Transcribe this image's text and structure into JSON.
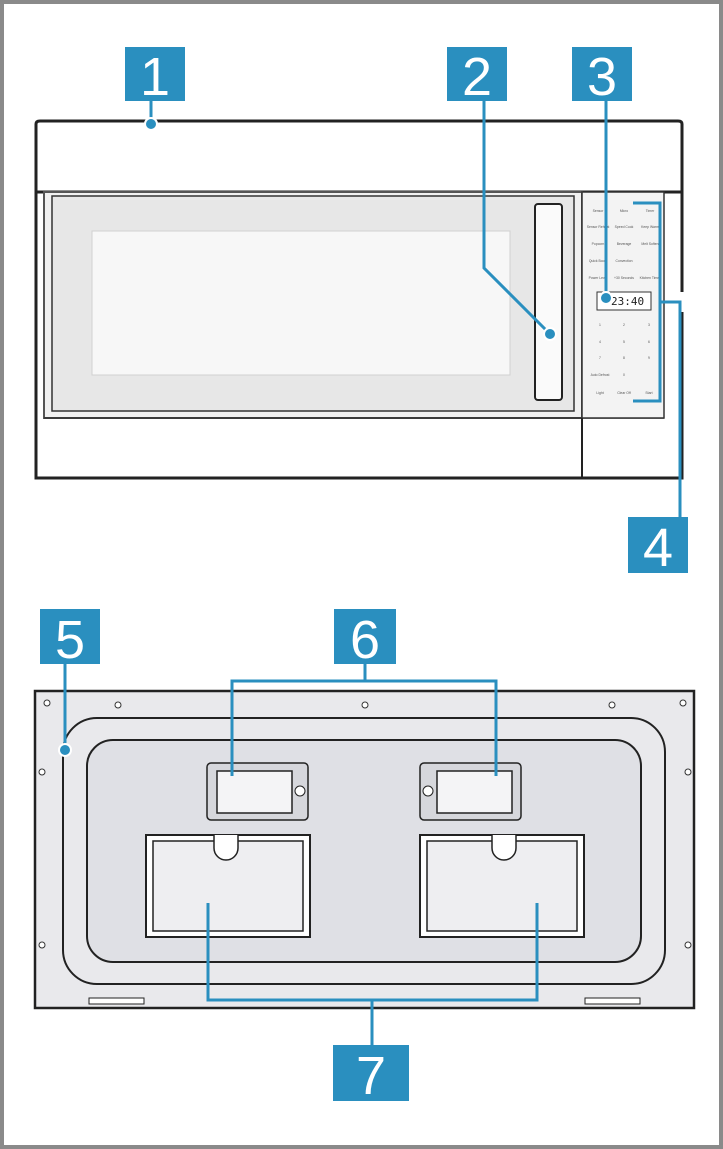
{
  "callouts": [
    {
      "n": "1",
      "label": "1"
    },
    {
      "n": "2",
      "label": "2"
    },
    {
      "n": "3",
      "label": "3"
    },
    {
      "n": "4",
      "label": "4"
    },
    {
      "n": "5",
      "label": "5"
    },
    {
      "n": "6",
      "label": "6"
    },
    {
      "n": "7",
      "label": "7"
    }
  ],
  "display": {
    "time": "23:40"
  },
  "keypad": {
    "row1": [
      "Sensor",
      "Micro",
      "Timer"
    ],
    "row2": [
      "Sensor Reheat",
      "Speed Cook",
      "Keep Warm"
    ],
    "row3": [
      "Popcorn",
      "Beverage",
      "Melt Soften"
    ],
    "row4": [
      "Quick Boost",
      "Convection",
      ""
    ],
    "row5": [
      "Power Level",
      "+30 Seconds",
      "Kitchen Timer"
    ],
    "digits": [
      "1",
      "2",
      "3",
      "4",
      "5",
      "6",
      "7",
      "8",
      "9",
      "Auto Defrost",
      "0",
      ""
    ],
    "bottom": [
      "Light",
      "Clear Off",
      "Start"
    ]
  },
  "colors": {
    "callout": "#2a8fbf",
    "line": "#2a8fbf",
    "frame": "#888888",
    "panel": "#ececec"
  }
}
